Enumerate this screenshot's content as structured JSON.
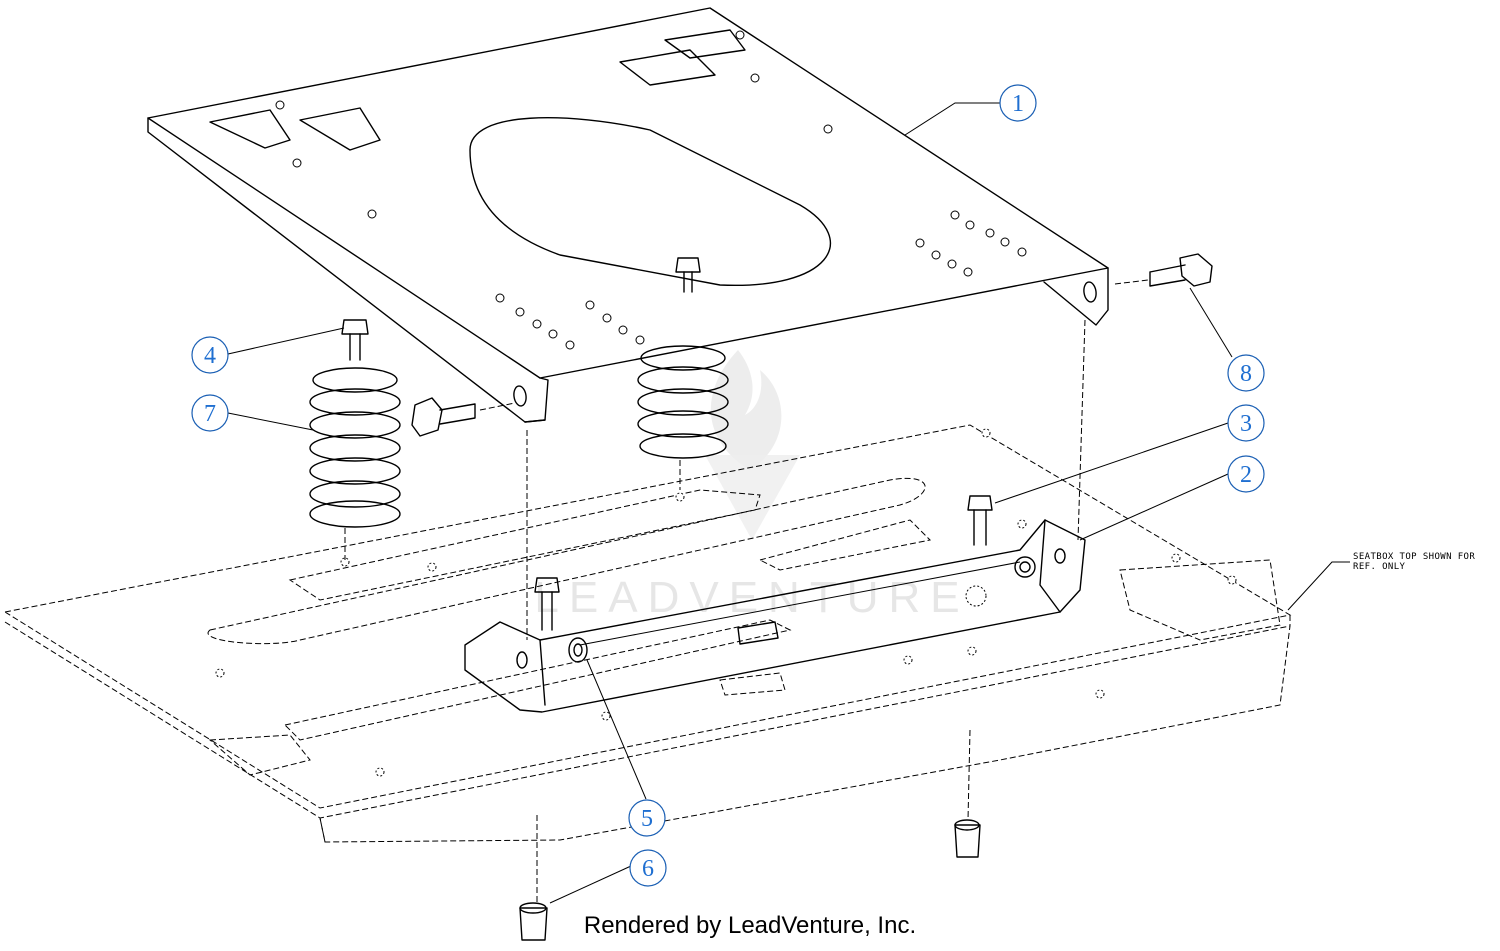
{
  "callouts": [
    {
      "label": "1",
      "part": "seat-plate"
    },
    {
      "label": "2",
      "part": "bracket"
    },
    {
      "label": "3",
      "part": "bolt"
    },
    {
      "label": "4",
      "part": "bolt"
    },
    {
      "label": "5",
      "part": "bushing"
    },
    {
      "label": "6",
      "part": "nut"
    },
    {
      "label": "7",
      "part": "spring"
    },
    {
      "label": "8",
      "part": "bolt"
    }
  ],
  "reference_note": {
    "line1": "SEATBOX TOP SHOWN FOR",
    "line2": "REF. ONLY"
  },
  "watermark": "LEADVENTURE",
  "footer": "Rendered by LeadVenture, Inc."
}
